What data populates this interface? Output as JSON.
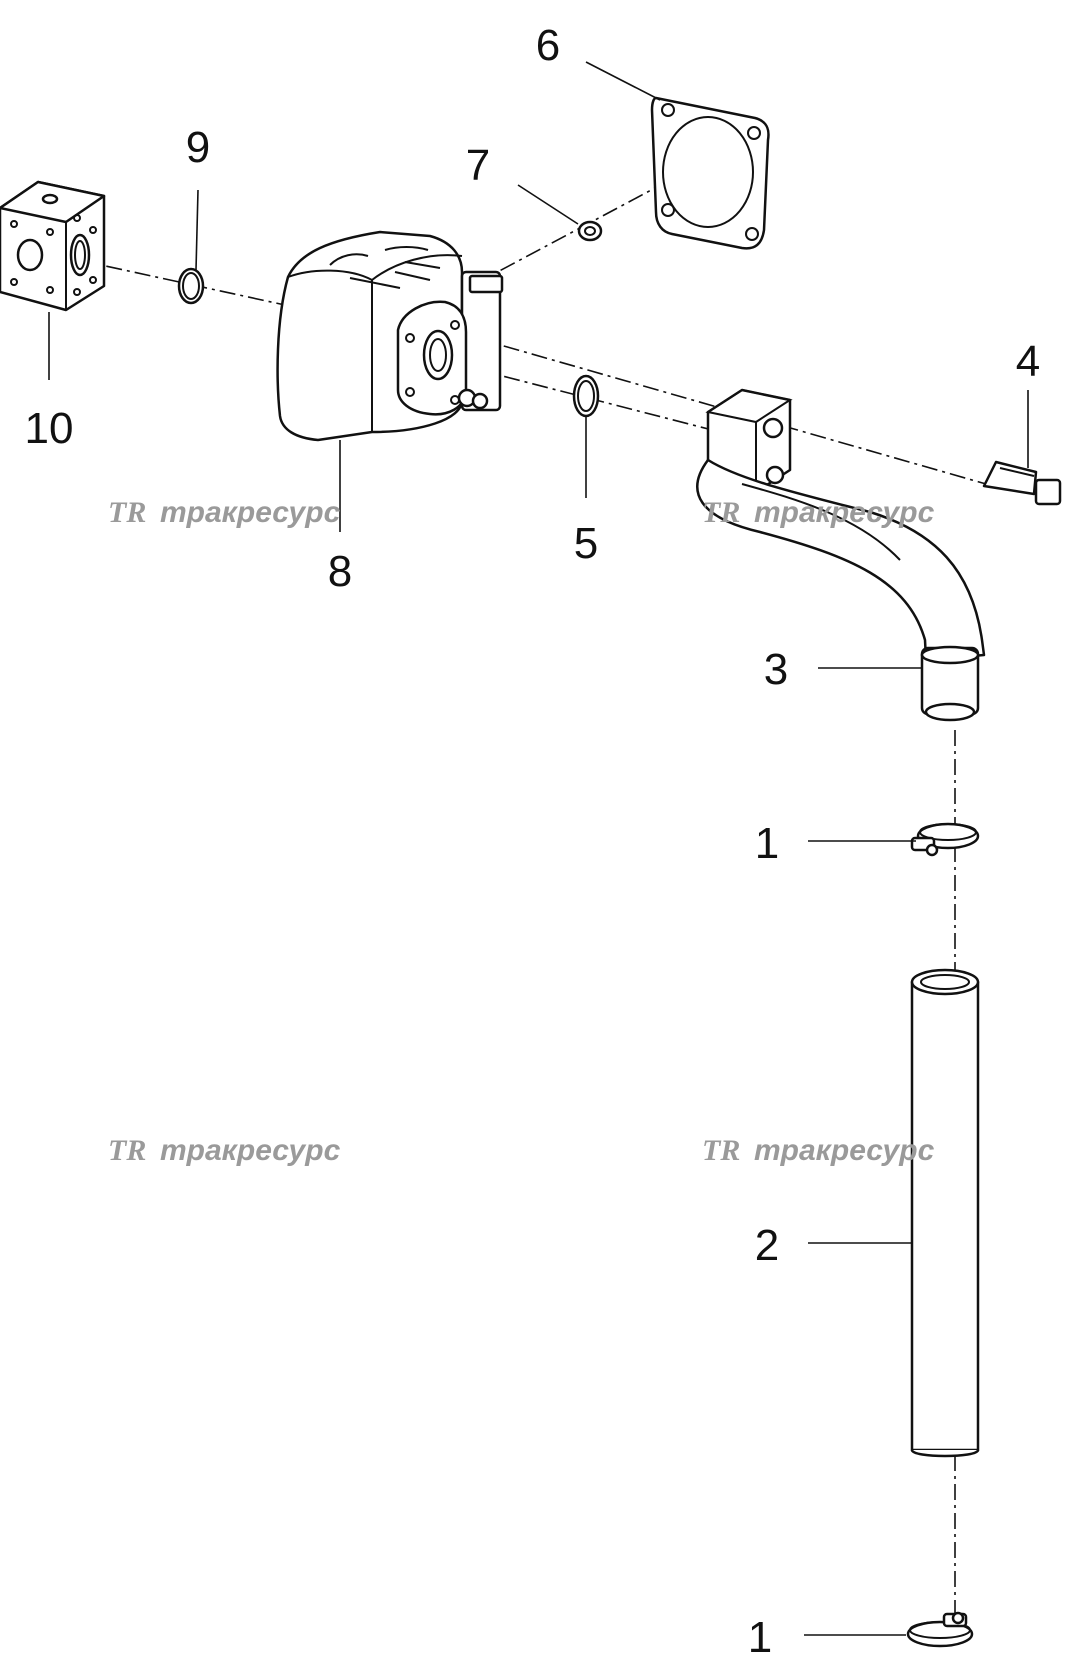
{
  "callouts": {
    "c1_upper": "1",
    "c1_lower": "1",
    "c2": "2",
    "c3": "3",
    "c4": "4",
    "c5": "5",
    "c6": "6",
    "c7": "7",
    "c8": "8",
    "c9": "9",
    "c10": "10"
  },
  "watermark": {
    "logo": "TR",
    "text": "тракресурс"
  }
}
